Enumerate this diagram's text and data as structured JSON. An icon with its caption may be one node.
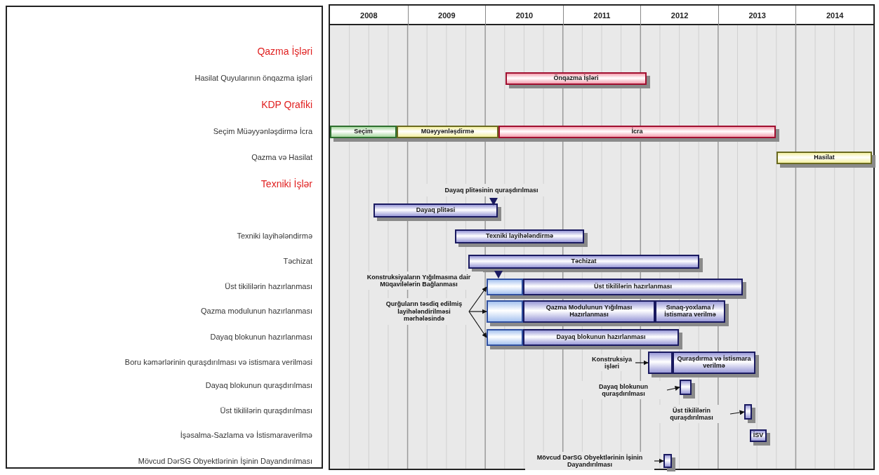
{
  "diagram": {
    "nodes": [
      {
        "text": [
          "Önqazma İşləri"
        ]
      },
      {
        "text": [
          "Seçim"
        ]
      },
      {
        "text": [
          "Müəyyənləşdirmə"
        ]
      },
      {
        "text": [
          "İcra"
        ]
      },
      {
        "text": [
          "Hasilat"
        ]
      },
      {
        "text": [
          "Dayaq plitəsinin quraşdırılması"
        ]
      },
      {
        "text": [
          "Dayaq plitəsi"
        ]
      },
      {
        "text": [
          "Texniki layihələndirmə"
        ]
      },
      {
        "text": [
          "Təchizat"
        ]
      },
      {
        "text": [
          "Konstruksiyaların Yığılmasına dair Müqavilələrin Bağlanması"
        ]
      },
      {
        "text": [],
        "shape": "bar"
      },
      {
        "text": [
          "Üst tikililərin hazırlanması"
        ]
      },
      {
        "text": [
          "Qurğuların təsdiq edilmiş layihələndirilməsi mərhələsində"
        ]
      },
      {
        "text": [],
        "shape": "bar"
      },
      {
        "text": [
          "Qazma Modulunun Yığılması Hazırlanması"
        ]
      },
      {
        "text": [
          "Sınaq-yoxlama / İstismara verilmə"
        ]
      },
      {
        "text": [],
        "shape": "bar"
      },
      {
        "text": [
          "Dayaq blokunun hazırlanması"
        ]
      },
      {
        "text": [
          "Konstruksiya işləri"
        ]
      },
      {
        "text": [],
        "shape": "bar"
      },
      {
        "text": [
          "Quraşdırma və İstismara verilmə"
        ]
      },
      {
        "text": [
          "Dayaq blokunun quraşdırılması"
        ]
      },
      {
        "text": [],
        "shape": "bar"
      },
      {
        "text": [
          "Üst tikililərin quraşdırılması"
        ]
      },
      {
        "text": [],
        "shape": "bar"
      },
      {
        "text": [
          "İSV"
        ]
      },
      {
        "text": [
          "Mövcud DərSG Obyektlərinin İşinin Dayandırılması"
        ]
      },
      {
        "text": [],
        "shape": "bar"
      }
    ],
    "edges": [
      {
        "from": 12,
        "to": 10,
        "arrow": "to"
      },
      {
        "from": 12,
        "to": 13,
        "arrow": "to"
      },
      {
        "from": 12,
        "to": 16,
        "arrow": "to"
      },
      {
        "from": 18,
        "to": 19,
        "arrow": "to"
      },
      {
        "from": 21,
        "to": 22,
        "arrow": "to"
      },
      {
        "from": 23,
        "to": 24,
        "arrow": "to"
      },
      {
        "from": 26,
        "to": 27,
        "arrow": "to"
      }
    ],
    "labels": [
      "2008",
      "2009",
      "2010",
      "2011",
      "2012",
      "2013",
      "2014",
      "Qazma İşləri",
      "Hasilat Quyularının önqazma işləri",
      "KDP Qrafiki",
      "Seçim Müəyyənləşdirmə İcra",
      "Qazma və Hasilat",
      "Texniki İşlər",
      "Texniki layihələndirmə",
      "Təchizat",
      "Üst tikililərin hazırlanması",
      "Qazma modulunun hazırlanması",
      "Dayaq blokunun hazırlanması",
      "Boru kəmərlərinin quraşdırılması və istismara verilməsi",
      "Dayaq blokunun quraşdırılması",
      "Üst tikililərin quraşdırılması",
      "İşəsalma-Sazlama və İstismaraverilmə",
      "Mövcud DərSG Obyektlərinin İşinin Dayandırılması"
    ]
  }
}
